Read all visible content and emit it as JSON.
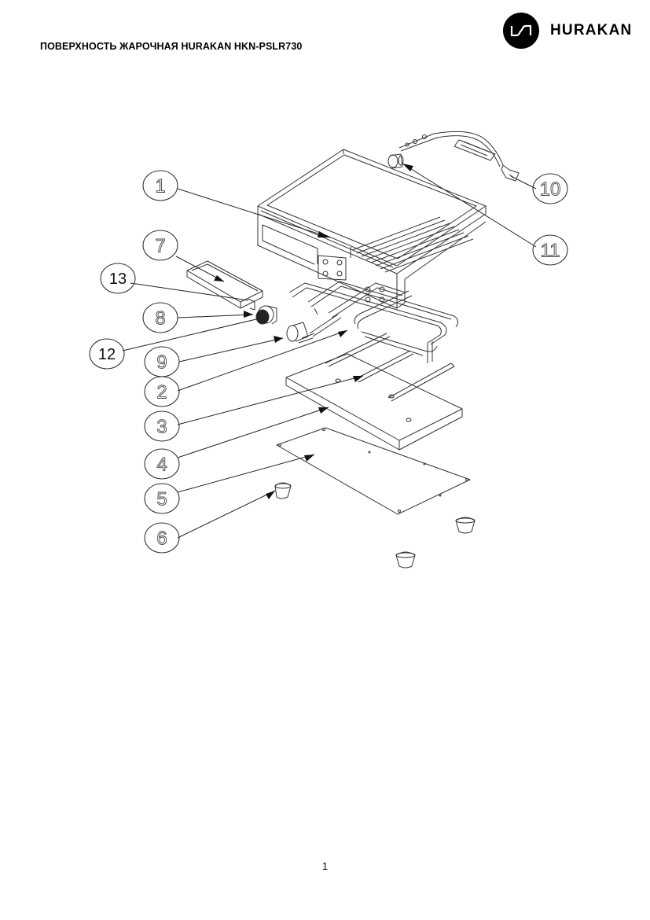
{
  "header": {
    "title": "ПОВЕРХНОСТЬ ЖАРОЧНАЯ HURAKAN HKN-PSLR730",
    "brand_name": "HURAKAN",
    "logo_icon": "hurakan-logo-icon"
  },
  "diagram": {
    "callouts": [
      {
        "id": "1",
        "label": "1"
      },
      {
        "id": "2",
        "label": "2"
      },
      {
        "id": "3",
        "label": "3"
      },
      {
        "id": "4",
        "label": "4"
      },
      {
        "id": "5",
        "label": "5"
      },
      {
        "id": "6",
        "label": "6"
      },
      {
        "id": "7",
        "label": "7"
      },
      {
        "id": "8",
        "label": "8"
      },
      {
        "id": "9",
        "label": "9"
      },
      {
        "id": "10",
        "label": "10"
      },
      {
        "id": "11",
        "label": "11"
      },
      {
        "id": "12",
        "label": "12"
      },
      {
        "id": "13",
        "label": "13"
      }
    ]
  },
  "footer": {
    "page_number": "1"
  },
  "colors": {
    "ink": "#000000",
    "line": "#333333",
    "background": "#ffffff"
  }
}
